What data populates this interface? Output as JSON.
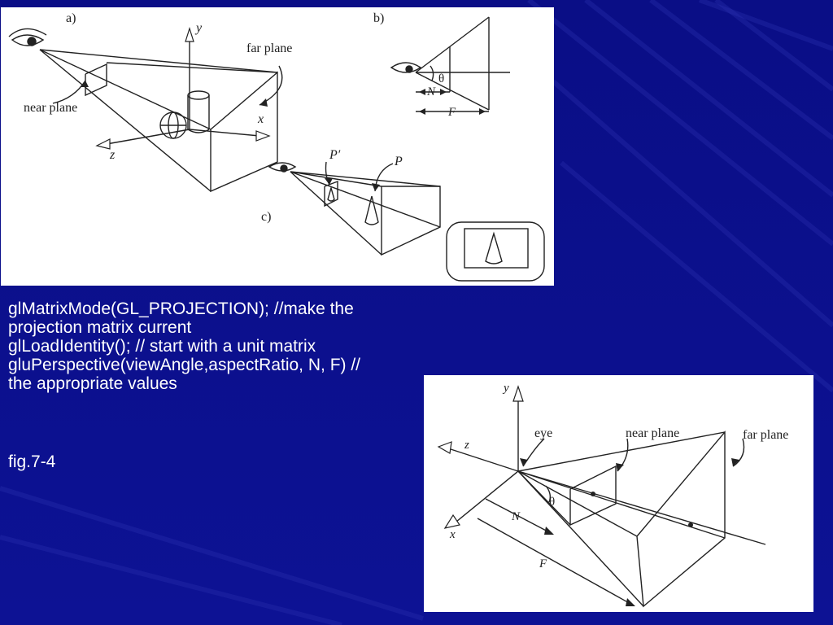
{
  "slide": {
    "code_lines": [
      "glMatrixMode(GL_PROJECTION); //make the",
      "projection matrix current",
      "glLoadIdentity(); // start with a unit matrix",
      "gluPerspective(viewAngle,aspectRatio, N, F) //",
      "the appropriate values"
    ],
    "figure_caption": "fig.7-4"
  },
  "top_figure": {
    "panel_a_label": "a)",
    "panel_b_label": "b)",
    "panel_c_label": "c)",
    "far_plane_label": "far plane",
    "near_plane_label": "near plane",
    "axis_y": "y",
    "axis_x": "x",
    "axis_z": "z",
    "theta": "θ",
    "n_label": "N",
    "f_label": "F",
    "p_prime_label": "P′",
    "p_label": "P"
  },
  "bottom_figure": {
    "axis_y": "y",
    "axis_z": "z",
    "axis_x": "x",
    "eye_label": "eye",
    "near_plane_label": "near plane",
    "far_plane_label": "far plane",
    "theta": "θ",
    "n_label": "N",
    "f_label": "F"
  },
  "colors": {
    "background": "#0b0f8a",
    "stripe": "#2a32b0",
    "panel": "#ffffff",
    "text": "#ffffff",
    "ink": "#222222"
  }
}
